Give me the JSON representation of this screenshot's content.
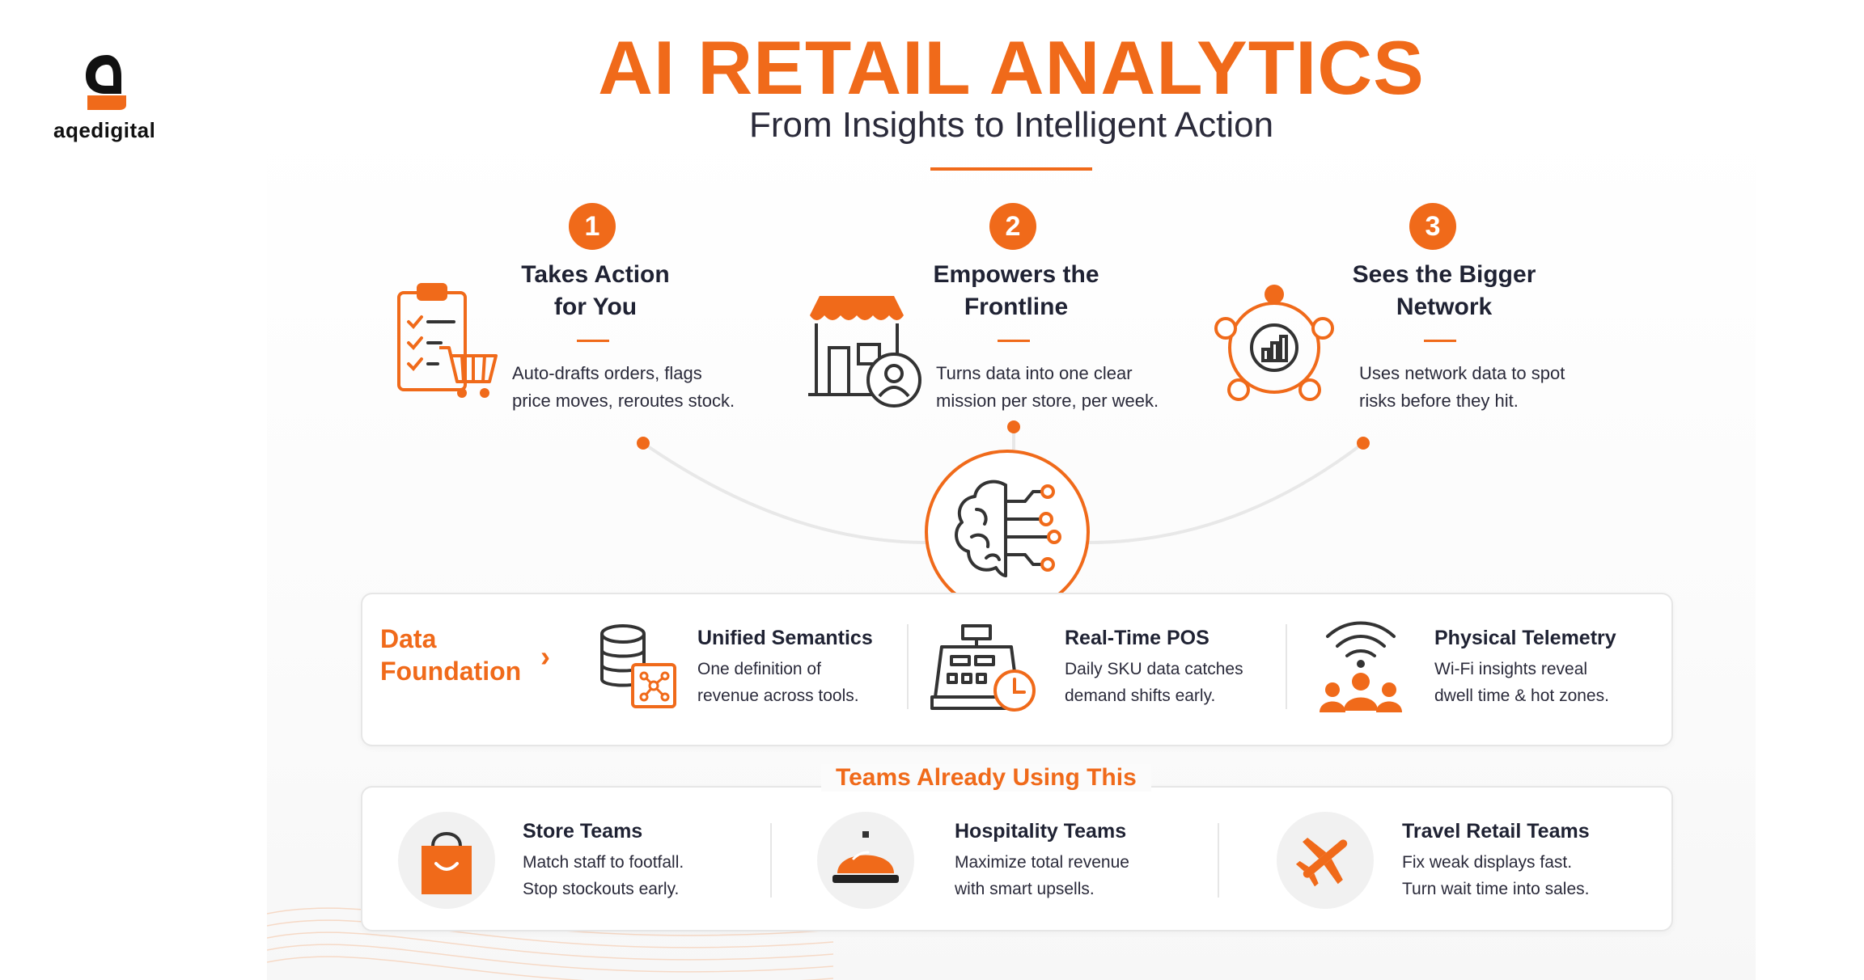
{
  "brand": {
    "name": "aqedigital"
  },
  "header": {
    "title": "AI RETAIL ANALYTICS",
    "subtitle": "From Insights to Intelligent Action"
  },
  "steps": [
    {
      "number": "1",
      "title_line1": "Takes Action",
      "title_line2": "for You",
      "desc_line1": "Auto-drafts orders, flags",
      "desc_line2": "price moves, reroutes stock.",
      "icon": "clipboard-cart-icon"
    },
    {
      "number": "2",
      "title_line1": "Empowers the",
      "title_line2": "Frontline",
      "desc_line1": "Turns data into one clear",
      "desc_line2": "mission per store, per week.",
      "icon": "storefront-person-icon"
    },
    {
      "number": "3",
      "title_line1": "Sees the Bigger",
      "title_line2": "Network",
      "desc_line1": "Uses network data to spot",
      "desc_line2": "risks before they hit.",
      "icon": "network-chart-icon"
    }
  ],
  "hub": {
    "icon": "ai-brain-circuit-icon"
  },
  "data_foundation": {
    "label_line1": "Data",
    "label_line2": "Foundation",
    "items": [
      {
        "title": "Unified Semantics",
        "desc_line1": "One definition of",
        "desc_line2": "revenue across tools.",
        "icon": "database-network-icon"
      },
      {
        "title": "Real-Time POS",
        "desc_line1": "Daily SKU data catches",
        "desc_line2": "demand shifts early.",
        "icon": "cash-register-clock-icon"
      },
      {
        "title": "Physical Telemetry",
        "desc_line1": "Wi-Fi insights reveal",
        "desc_line2": "dwell time & hot zones.",
        "icon": "wifi-people-icon"
      }
    ]
  },
  "teams": {
    "heading": "Teams Already Using This",
    "items": [
      {
        "title": "Store Teams",
        "desc_line1": "Match staff to footfall.",
        "desc_line2": "Stop stockouts early.",
        "icon": "shopping-bag-icon"
      },
      {
        "title": "Hospitality Teams",
        "desc_line1": "Maximize total revenue",
        "desc_line2": "with smart upsells.",
        "icon": "service-bell-icon"
      },
      {
        "title": "Travel Retail Teams",
        "desc_line1": "Fix weak displays fast.",
        "desc_line2": "Turn wait time into sales.",
        "icon": "airplane-icon"
      }
    ]
  },
  "colors": {
    "accent": "#f06a1a",
    "text": "#1f2233",
    "border": "#e6e6e6"
  }
}
